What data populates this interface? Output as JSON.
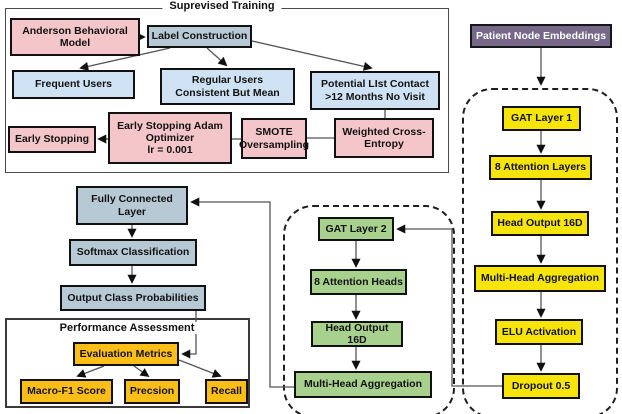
{
  "colors": {
    "pink": "#f5c6c9",
    "blue": "#cfe2f4",
    "slate": "#b8c9d6",
    "purple": "#77688a",
    "yellow": "#f7e409",
    "green": "#a9d18e",
    "orange": "#fdbf17",
    "line": "#555555"
  },
  "supervised": {
    "title": "Suprevised Training",
    "nodes": {
      "anderson": "Anderson Behavioral\nModel",
      "label_construction": "Label Construction",
      "frequent_users": "Frequent Users",
      "regular_users": "Regular Users\nConsistent But Mean",
      "potential_lost": "Potential LIst Contact\n>12 Months No Visit",
      "early_stopping": "Early Stopping",
      "adam_optimizer": "Early Stopping Adam\nOptimizer\nlr = 0.001",
      "smote": "SMOTE\nOversampling",
      "weighted_cross_entropy": "Weighted Cross-\nEntropy"
    }
  },
  "embedding": {
    "patient_node": "Patient Node Embeddings"
  },
  "gat_block_1": {
    "gat_layer": "GAT Layer 1",
    "attention": "8 Attention Layers",
    "head_output": "Head Output 16D",
    "aggregation": "Multi-Head Aggregation",
    "elu": "ELU Activation",
    "dropout": "Dropout 0.5"
  },
  "gat_block_2": {
    "gat_layer": "GAT Layer 2",
    "attention": "8 Attention Heads",
    "head_output": "Head Output 16D",
    "aggregation": "Multi-Head Aggregation"
  },
  "classifier": {
    "fully_connected": "Fully Connected\nLayer",
    "softmax": "Softmax Classification",
    "output_probs": "Output Class Probabilities"
  },
  "performance": {
    "title": "Performance Assessment",
    "evaluation_metrics": "Evaluation Metrics",
    "macro_f1": "Macro-F1 Score",
    "precision": "Precsion",
    "recall": "Recall"
  }
}
